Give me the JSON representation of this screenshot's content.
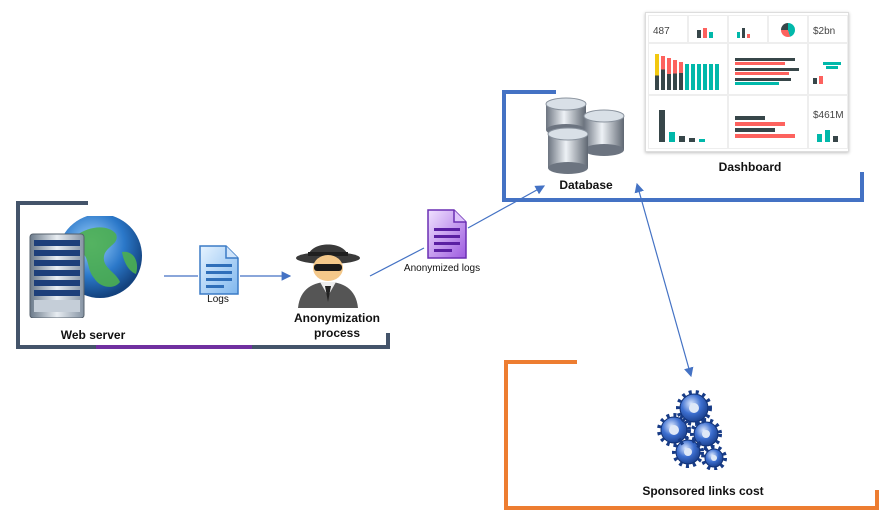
{
  "labels": {
    "web_server": "Web server",
    "logs": "Logs",
    "anonymization_line1": "Anonymization",
    "anonymization_line2": "process",
    "anonymized_logs": "Anonymized logs",
    "database": "Database",
    "dashboard": "Dashboard",
    "sponsored": "Sponsored links cost"
  },
  "dashboard_kpis": {
    "kpi1": "487",
    "kpi2": "$2bn",
    "kpi3": "$461M"
  },
  "colors": {
    "web_bracket": "#44546a",
    "web_accent": "#7030a0",
    "db_bracket": "#4472c4",
    "sponsored_bracket": "#ed7d31",
    "arrow": "#4472c4",
    "dash_teal": "#01b8aa",
    "dash_red": "#fd625e",
    "dash_dark": "#374649",
    "dash_yellow": "#f2c80f"
  },
  "icons": {
    "server": "server-globe-icon",
    "document": "document-icon",
    "spy": "anonymous-spy-icon",
    "purple_doc": "purple-document-icon",
    "database": "database-cylinders-icon",
    "gears": "gears-icon"
  }
}
